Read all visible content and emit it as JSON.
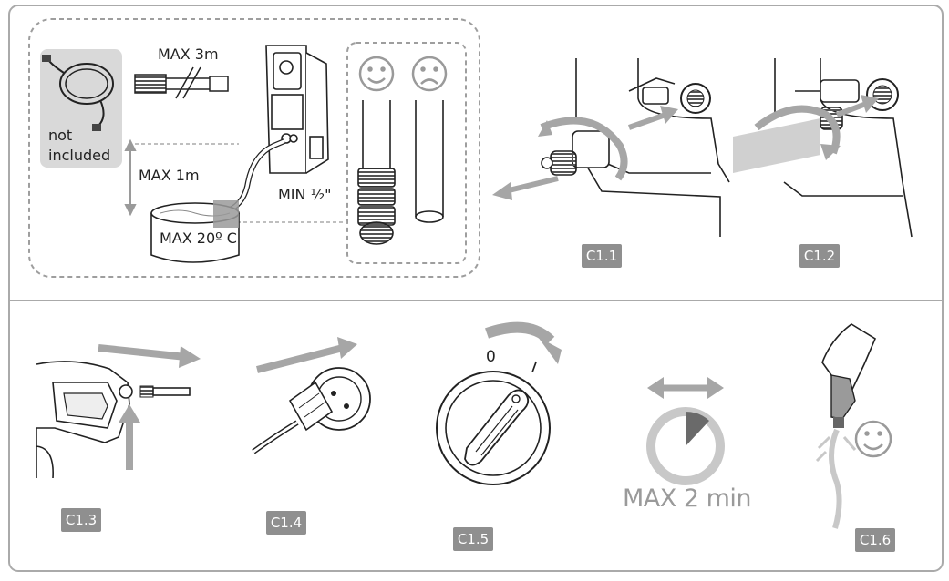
{
  "hose_label": {
    "line1": "not",
    "line2": "included"
  },
  "labels": {
    "max_hose": "MAX 3m",
    "max_height": "MAX 1m",
    "max_temp": "MAX 20º C",
    "min_diameter": "MIN ½\"",
    "max_time": "MAX 2 min",
    "switch_off": "0",
    "switch_on": "I"
  },
  "steps": [
    "C1.1",
    "C1.2",
    "C1.3",
    "C1.4",
    "C1.5",
    "C1.6"
  ],
  "colors": {
    "frame": "#aaaaaa",
    "tag_bg": "#8f8f8f",
    "arrow": "#a6a6a6",
    "line": "#222222"
  }
}
